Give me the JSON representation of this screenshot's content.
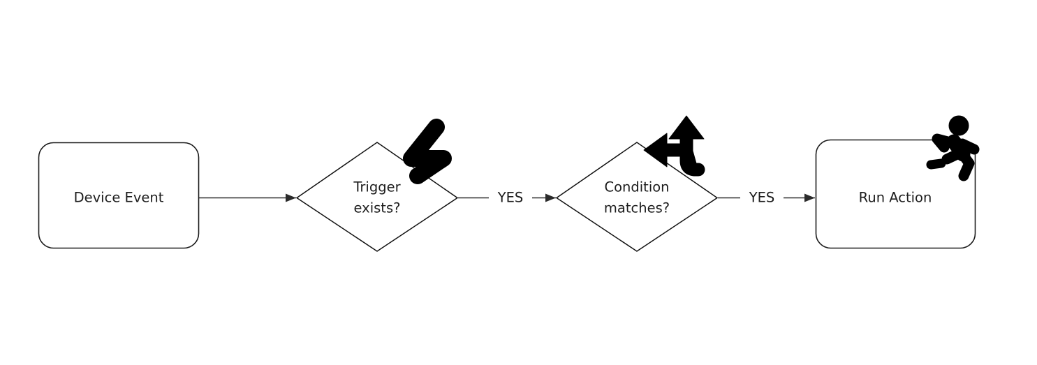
{
  "diagram": {
    "type": "flowchart",
    "orientation": "left-to-right",
    "background_color": "#ffffff",
    "stroke_color": "#1a1a1a",
    "text_color": "#1c1c1c",
    "icon_color": "#000000",
    "nodes": [
      {
        "id": "device-event",
        "shape": "rounded-rectangle",
        "label": "Device Event",
        "icon": null
      },
      {
        "id": "trigger-exists",
        "shape": "diamond",
        "label_line1": "Trigger",
        "label_line2": "exists?",
        "icon": "lightning-bolt-icon"
      },
      {
        "id": "condition-matches",
        "shape": "diamond",
        "label_line1": "Condition",
        "label_line2": "matches?",
        "icon": "branch-fork-arrow-icon"
      },
      {
        "id": "run-action",
        "shape": "rounded-rectangle",
        "label": "Run Action",
        "icon": "running-person-icon"
      }
    ],
    "edges": [
      {
        "id": "edge-1",
        "from": "device-event",
        "to": "trigger-exists",
        "label": ""
      },
      {
        "id": "edge-2",
        "from": "trigger-exists",
        "to": "condition-matches",
        "label": "YES"
      },
      {
        "id": "edge-3",
        "from": "condition-matches",
        "to": "run-action",
        "label": "YES"
      }
    ]
  }
}
